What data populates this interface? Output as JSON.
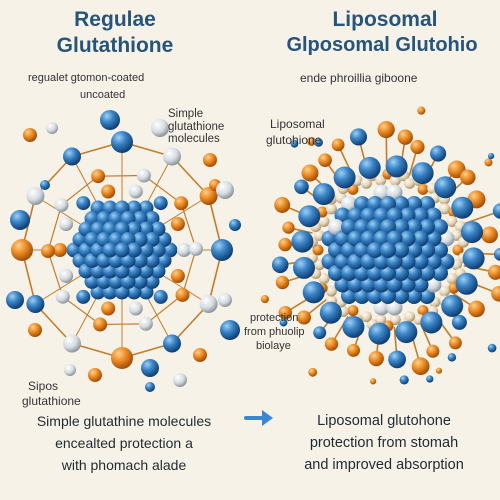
{
  "left": {
    "title_line1": "Regulae",
    "title_line2": "Glutathione",
    "subtitle_line1": "regualet gtomon-coated",
    "subtitle_line2": "uncoated",
    "label_simple": "Simple glutathione molecules",
    "label_bottom_line1": "Sipos",
    "label_bottom_line2": "glutathione",
    "caption_line1": "Simple glutathine molecules",
    "caption_line2": "encealted protection a",
    "caption_line3": "with phomach alade"
  },
  "right": {
    "title_line1": "Liposomal",
    "title_line2": "Glposomal Glutohio",
    "subtitle": "ende phroillia giboone",
    "label_lipo_line1": "Liposomal",
    "label_lipo_line2": "glutohione",
    "label_protection_line1": "protection",
    "label_protection_line2": "from phuolip",
    "label_protection_line3": "biolaye",
    "caption_line1": "Liposomal glutohone",
    "caption_line2": "protection from stomah",
    "caption_line3": "and improved absorption"
  },
  "colors": {
    "blue": "#2f6fb0",
    "orange": "#e8801f",
    "white": "#e8ecef",
    "cream": "#e6d8bf",
    "bond": "#c27d2c",
    "title": "#26547a",
    "arrow": "#3a86d4"
  },
  "arrow_icon": "arrow-right-icon"
}
